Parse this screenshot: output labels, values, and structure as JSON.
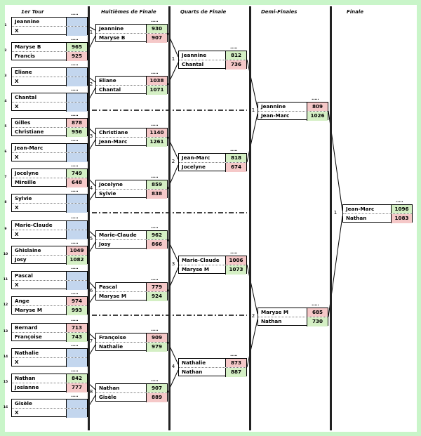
{
  "columns": [
    "1er Tour",
    "Huitièmes de Finale",
    "Quarts de Finale",
    "Demi-Finales",
    "Finale"
  ],
  "colors": {
    "page_bg": "#c9f5c9",
    "win": "#d4efc4",
    "loss": "#f5c8c8",
    "bye": "#c3d6ee"
  },
  "rounds": [
    {
      "name": "1er Tour",
      "matches": [
        {
          "index": "1",
          "players": [
            {
              "name": "Jeannine",
              "score": "",
              "result": "bye"
            },
            {
              "name": "X",
              "score": "",
              "result": "bye"
            }
          ]
        },
        {
          "index": "2",
          "players": [
            {
              "name": "Maryse B",
              "score": "965",
              "result": "win"
            },
            {
              "name": "Francis",
              "score": "925",
              "result": "loss"
            }
          ]
        },
        {
          "index": "3",
          "players": [
            {
              "name": "Eliane",
              "score": "",
              "result": "bye"
            },
            {
              "name": "X",
              "score": "",
              "result": "bye"
            }
          ]
        },
        {
          "index": "4",
          "players": [
            {
              "name": "Chantal",
              "score": "",
              "result": "bye"
            },
            {
              "name": "X",
              "score": "",
              "result": "bye"
            }
          ]
        },
        {
          "index": "5",
          "players": [
            {
              "name": "Gilles",
              "score": "878",
              "result": "loss"
            },
            {
              "name": "Christiane",
              "score": "956",
              "result": "win"
            }
          ]
        },
        {
          "index": "6",
          "players": [
            {
              "name": "Jean-Marc",
              "score": "",
              "result": "bye"
            },
            {
              "name": "X",
              "score": "",
              "result": "bye"
            }
          ]
        },
        {
          "index": "7",
          "players": [
            {
              "name": "Jocelyne",
              "score": "749",
              "result": "win"
            },
            {
              "name": "Mireille",
              "score": "648",
              "result": "loss"
            }
          ]
        },
        {
          "index": "8",
          "players": [
            {
              "name": "Sylvie",
              "score": "",
              "result": "bye"
            },
            {
              "name": "X",
              "score": "",
              "result": "bye"
            }
          ]
        },
        {
          "index": "9",
          "players": [
            {
              "name": "Marie-Claude",
              "score": "",
              "result": "bye"
            },
            {
              "name": "X",
              "score": "",
              "result": "bye"
            }
          ]
        },
        {
          "index": "10",
          "players": [
            {
              "name": "Ghislaine",
              "score": "1049",
              "result": "loss"
            },
            {
              "name": "Josy",
              "score": "1082",
              "result": "win"
            }
          ]
        },
        {
          "index": "11",
          "players": [
            {
              "name": "Pascal",
              "score": "",
              "result": "bye"
            },
            {
              "name": "X",
              "score": "",
              "result": "bye"
            }
          ]
        },
        {
          "index": "12",
          "players": [
            {
              "name": "Ange",
              "score": "974",
              "result": "loss"
            },
            {
              "name": "Maryse M",
              "score": "993",
              "result": "win"
            }
          ]
        },
        {
          "index": "13",
          "players": [
            {
              "name": "Bernard",
              "score": "713",
              "result": "loss"
            },
            {
              "name": "Françoise",
              "score": "743",
              "result": "win"
            }
          ]
        },
        {
          "index": "14",
          "players": [
            {
              "name": "Nathalie",
              "score": "",
              "result": "bye"
            },
            {
              "name": "X",
              "score": "",
              "result": "bye"
            }
          ]
        },
        {
          "index": "15",
          "players": [
            {
              "name": "Nathan",
              "score": "842",
              "result": "win"
            },
            {
              "name": "Josianne",
              "score": "777",
              "result": "loss"
            }
          ]
        },
        {
          "index": "16",
          "players": [
            {
              "name": "Gisèle",
              "score": "",
              "result": "bye"
            },
            {
              "name": "X",
              "score": "",
              "result": "bye"
            }
          ]
        }
      ]
    },
    {
      "name": "Huitièmes de Finale",
      "matches": [
        {
          "index": "1",
          "players": [
            {
              "name": "Jeannine",
              "score": "930",
              "result": "win"
            },
            {
              "name": "Maryse B",
              "score": "907",
              "result": "loss"
            }
          ]
        },
        {
          "index": "2",
          "players": [
            {
              "name": "Eliane",
              "score": "1038",
              "result": "loss"
            },
            {
              "name": "Chantal",
              "score": "1071",
              "result": "win"
            }
          ]
        },
        {
          "index": "3",
          "players": [
            {
              "name": "Christiane",
              "score": "1140",
              "result": "loss"
            },
            {
              "name": "Jean-Marc",
              "score": "1261",
              "result": "win"
            }
          ]
        },
        {
          "index": "4",
          "players": [
            {
              "name": "Jocelyne",
              "score": "859",
              "result": "win"
            },
            {
              "name": "Sylvie",
              "score": "838",
              "result": "loss"
            }
          ]
        },
        {
          "index": "5",
          "players": [
            {
              "name": "Marie-Claude",
              "score": "962",
              "result": "win"
            },
            {
              "name": "Josy",
              "score": "866",
              "result": "loss"
            }
          ]
        },
        {
          "index": "6",
          "players": [
            {
              "name": "Pascal",
              "score": "779",
              "result": "loss"
            },
            {
              "name": "Maryse M",
              "score": "924",
              "result": "win"
            }
          ]
        },
        {
          "index": "7",
          "players": [
            {
              "name": "Françoise",
              "score": "909",
              "result": "loss"
            },
            {
              "name": "Nathalie",
              "score": "979",
              "result": "win"
            }
          ]
        },
        {
          "index": "8",
          "players": [
            {
              "name": "Nathan",
              "score": "907",
              "result": "win"
            },
            {
              "name": "Gisèle",
              "score": "889",
              "result": "loss"
            }
          ]
        }
      ]
    },
    {
      "name": "Quarts de Finale",
      "matches": [
        {
          "index": "1",
          "players": [
            {
              "name": "Jeannine",
              "score": "812",
              "result": "win"
            },
            {
              "name": "Chantal",
              "score": "736",
              "result": "loss"
            }
          ]
        },
        {
          "index": "2",
          "players": [
            {
              "name": "Jean-Marc",
              "score": "818",
              "result": "win"
            },
            {
              "name": "Jocelyne",
              "score": "674",
              "result": "loss"
            }
          ]
        },
        {
          "index": "3",
          "players": [
            {
              "name": "Marie-Claude",
              "score": "1006",
              "result": "loss"
            },
            {
              "name": "Maryse M",
              "score": "1073",
              "result": "win"
            }
          ]
        },
        {
          "index": "4",
          "players": [
            {
              "name": "Nathalie",
              "score": "873",
              "result": "loss"
            },
            {
              "name": "Nathan",
              "score": "887",
              "result": "win"
            }
          ]
        }
      ]
    },
    {
      "name": "Demi-Finales",
      "matches": [
        {
          "index": "1",
          "players": [
            {
              "name": "Jeannine",
              "score": "809",
              "result": "loss"
            },
            {
              "name": "Jean-Marc",
              "score": "1026",
              "result": "win"
            }
          ]
        },
        {
          "index": "2",
          "players": [
            {
              "name": "Maryse M",
              "score": "685",
              "result": "loss"
            },
            {
              "name": "Nathan",
              "score": "730",
              "result": "win"
            }
          ]
        }
      ]
    },
    {
      "name": "Finale",
      "matches": [
        {
          "index": "1",
          "players": [
            {
              "name": "Jean-Marc",
              "score": "1096",
              "result": "win"
            },
            {
              "name": "Nathan",
              "score": "1083",
              "result": "loss"
            }
          ]
        }
      ]
    }
  ]
}
